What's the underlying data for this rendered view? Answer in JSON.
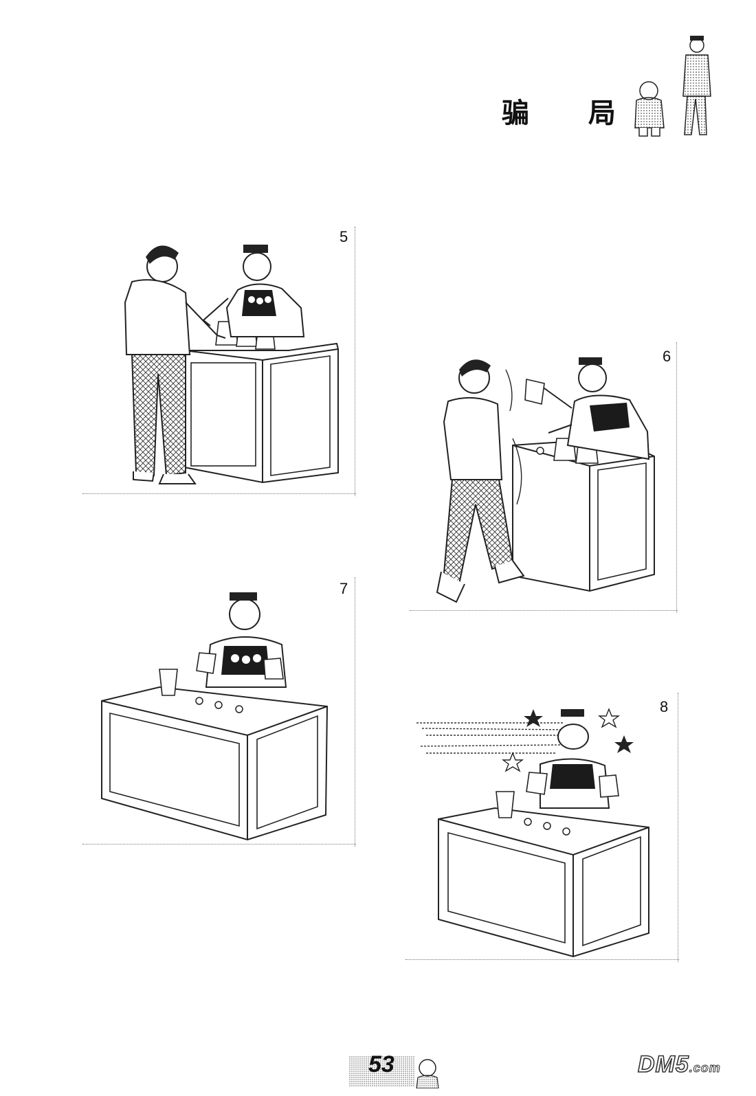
{
  "header": {
    "title": "骗 局"
  },
  "panels": [
    {
      "number": "5"
    },
    {
      "number": "6"
    },
    {
      "number": "7"
    },
    {
      "number": "8"
    }
  ],
  "footer": {
    "page_number": "53",
    "watermark_main": "DM5",
    "watermark_suffix": ".com"
  }
}
